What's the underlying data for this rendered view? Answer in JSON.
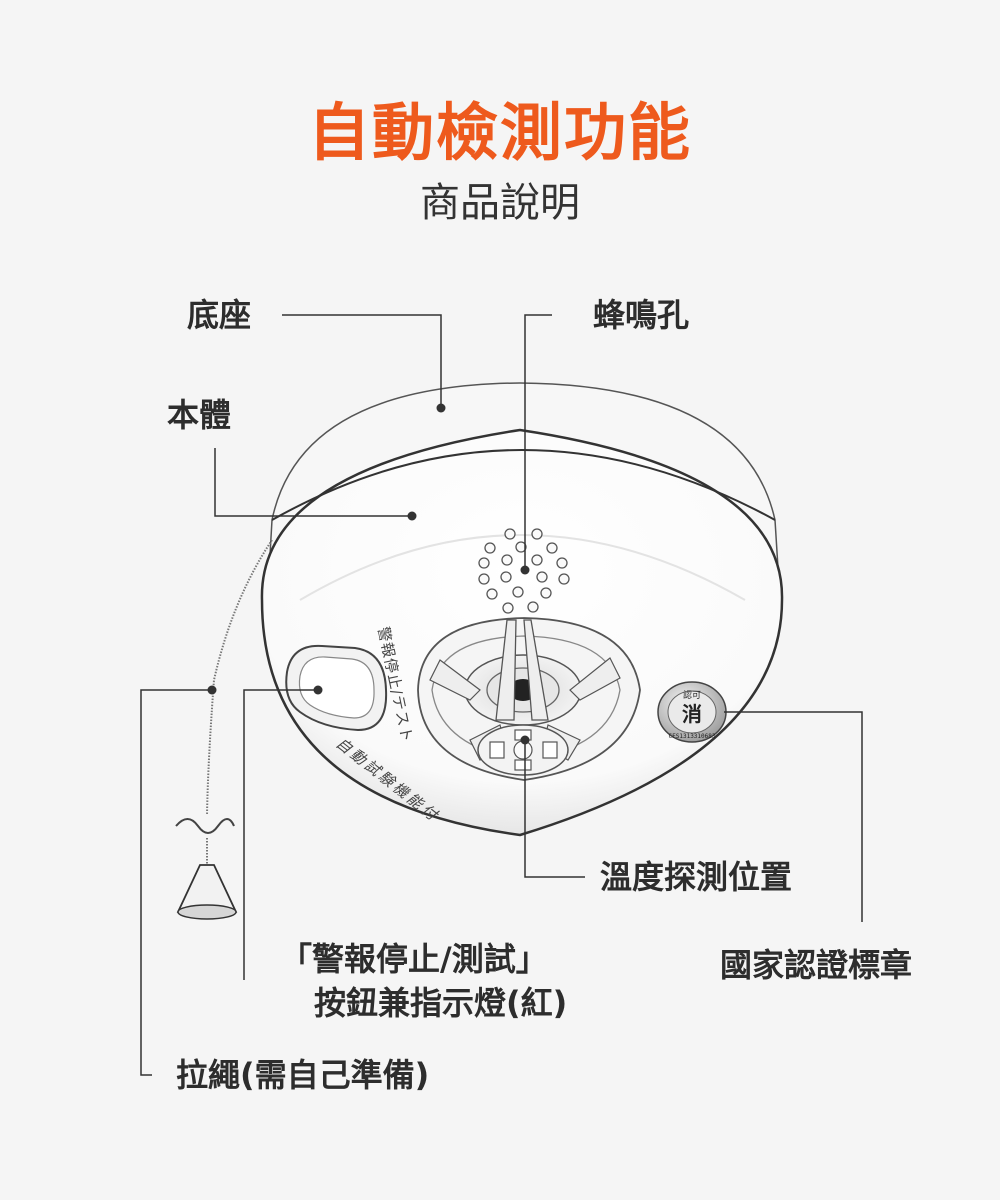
{
  "header": {
    "title": "自動檢測功能",
    "subtitle": "商品說明"
  },
  "labels": {
    "base": "底座",
    "body": "本體",
    "sound_hole": "蜂鳴孔",
    "temp_sensor": "溫度探測位置",
    "button_line1": "「警報停止/測試」",
    "button_line2": "按鈕兼指示燈(紅)",
    "cert": "國家認證標章",
    "cord": "拉繩(需自己準備)"
  },
  "device_text": {
    "button_label": "警報停止/テスト",
    "auto_test": "自動試験機能付",
    "cert_top": "認可",
    "cert_char": "消",
    "cert_code": "CFS1313310683"
  },
  "colors": {
    "accent": "#ee5a1d",
    "line": "#333333",
    "device": "#ffffff"
  }
}
